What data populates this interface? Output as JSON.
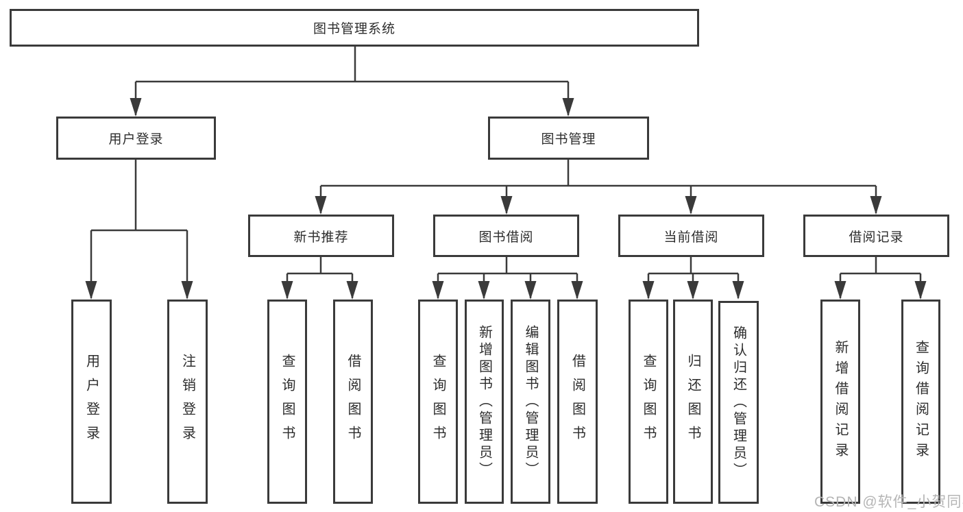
{
  "tree": {
    "root": {
      "label": "图书管理系统"
    },
    "branches": [
      {
        "label": "用户登录",
        "children": [
          {
            "label": "用户登录"
          },
          {
            "label": "注销登录"
          }
        ]
      },
      {
        "label": "图书管理",
        "children": [
          {
            "label": "新书推荐",
            "children": [
              {
                "label": "查询图书"
              },
              {
                "label": "借阅图书"
              }
            ]
          },
          {
            "label": "图书借阅",
            "children": [
              {
                "label": "查询图书"
              },
              {
                "label": "新增图书（管理员）"
              },
              {
                "label": "编辑图书（管理员）"
              },
              {
                "label": "借阅图书"
              }
            ]
          },
          {
            "label": "当前借阅",
            "children": [
              {
                "label": "查询图书"
              },
              {
                "label": "归还图书"
              },
              {
                "label": "确认归还（管理员）"
              }
            ]
          },
          {
            "label": "借阅记录",
            "children": [
              {
                "label": "新增借阅记录"
              },
              {
                "label": "查询借阅记录"
              }
            ]
          }
        ]
      }
    ]
  },
  "watermark": {
    "text": "CSDN @软件_小贺同学"
  },
  "colors": {
    "line": "#3a3a3a",
    "box_border": "#3a3a3a",
    "text": "#2d2d2d",
    "watermark": "#b5b5b5",
    "background": "#ffffff"
  }
}
